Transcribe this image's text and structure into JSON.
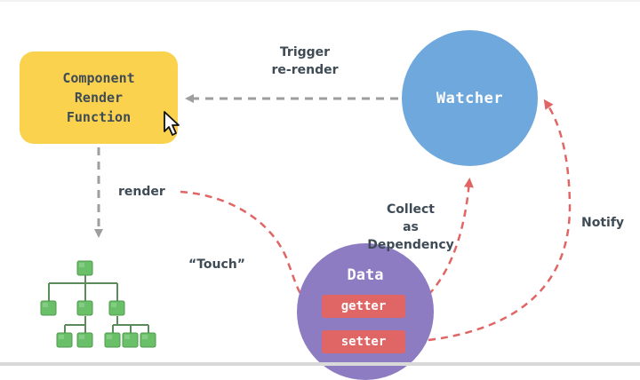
{
  "nodes": {
    "component": "Component\nRender\nFunction",
    "watcher": "Watcher",
    "data": "Data",
    "getter": "getter",
    "setter": "setter"
  },
  "edges": {
    "trigger": "Trigger\nre-render",
    "render": "render",
    "touch": "“Touch”",
    "collect": "Collect\nas Dependency",
    "notify": "Notify"
  },
  "colors": {
    "component": "#fbd24e",
    "watcher": "#6fa8dc",
    "data": "#8e7cc3",
    "pill": "#e06666",
    "red_arrow": "#e06666",
    "gray_arrow": "#9e9e9e",
    "tree": "#6abf69"
  }
}
